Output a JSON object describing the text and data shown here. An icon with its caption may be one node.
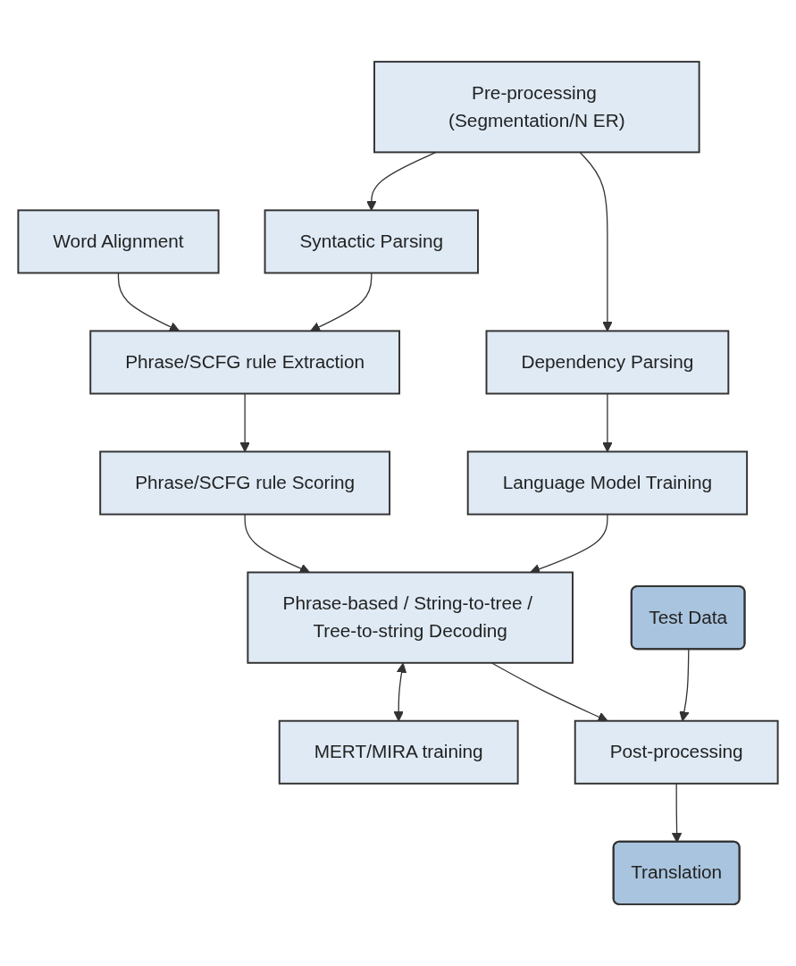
{
  "diagram": {
    "nodes": [
      {
        "text": [
          "Pre-processing (Segmentation/N ER)"
        ]
      },
      {
        "text": [
          "Word Alignment"
        ]
      },
      {
        "text": [
          "Syntactic Parsing"
        ]
      },
      {
        "text": [
          "Dependency Parsing"
        ]
      },
      {
        "text": [
          "Phrase/SCFG rule Extraction"
        ]
      },
      {
        "text": [
          "Language Model Training"
        ]
      },
      {
        "text": [
          "Phrase/SCFG rule Scoring"
        ]
      },
      {
        "text": [
          "Phrase-based / String-to-tree / Tree-to-string Decoding"
        ]
      },
      {
        "text": [
          "MERT/MIRA training"
        ]
      },
      {
        "text": [
          "Test Data"
        ]
      },
      {
        "text": [
          "Post-processing"
        ]
      },
      {
        "text": [
          "Translation"
        ]
      }
    ],
    "edges": [
      {
        "from": 0,
        "to": 2,
        "arrow": "to"
      },
      {
        "from": 0,
        "to": 3,
        "arrow": "to"
      },
      {
        "from": 1,
        "to": 4,
        "arrow": "to"
      },
      {
        "from": 2,
        "to": 4,
        "arrow": "to"
      },
      {
        "from": 3,
        "to": 5,
        "arrow": "to"
      },
      {
        "from": 4,
        "to": 6,
        "arrow": "to"
      },
      {
        "from": 6,
        "to": 7,
        "arrow": "to"
      },
      {
        "from": 5,
        "to": 7,
        "arrow": "to"
      },
      {
        "from": 7,
        "to": 8,
        "arrow": "both"
      },
      {
        "from": 9,
        "to": 10,
        "arrow": "to"
      },
      {
        "from": 7,
        "to": 10,
        "arrow": "to"
      },
      {
        "from": 10,
        "to": 11,
        "arrow": "to"
      }
    ]
  }
}
